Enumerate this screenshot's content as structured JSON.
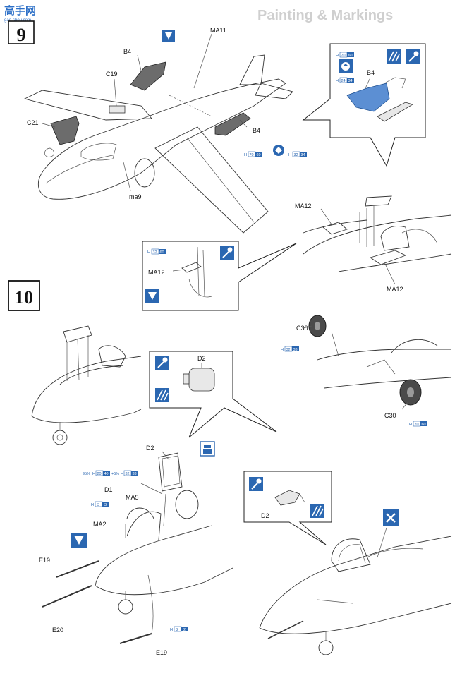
{
  "watermark": {
    "site": "高手网",
    "url": "gao-shou.com"
  },
  "background_heading": "Painting & Markings",
  "steps": {
    "step9": "9",
    "step10": "10"
  },
  "parts": {
    "ma11": "MA11",
    "b4_top": "B4",
    "c19": "C19",
    "c21": "C21",
    "b4_side": "B4",
    "ma9": "ma9",
    "b4_inset": "B4",
    "ma12_inset": "MA12",
    "ma12_a": "MA12",
    "ma12_b": "MA12",
    "c30_a": "C30",
    "c30_b": "C30",
    "d2_inset": "D2",
    "d2": "D2",
    "d1": "D1",
    "ma5": "MA5",
    "ma2": "MA2",
    "e19_a": "E19",
    "e20": "E20",
    "e19_b": "E19",
    "d2_lower": "D2"
  },
  "paint_codes": {
    "h7060_main": {
      "h": "H",
      "code": "70",
      "alt": "60"
    },
    "h3234_main": {
      "h": "H",
      "code": "32",
      "alt": "34"
    },
    "h7060_inset": {
      "h": "H",
      "code": "70",
      "alt": "60"
    },
    "h2434_inset": {
      "h": "H",
      "code": "24",
      "alt": "34"
    },
    "h3260_ma12": {
      "h": "H",
      "code": "32",
      "alt": "60"
    },
    "h3233_c30": {
      "h": "H",
      "code": "32",
      "alt": "33"
    },
    "h7060_c30": {
      "h": "H",
      "code": "70",
      "alt": "60"
    },
    "mix_line": {
      "p1": "95%",
      "h1": "H",
      "c1": "20",
      "c1b": "40",
      "plus": "+5%",
      "h2": "H",
      "c2": "32",
      "c2b": "33"
    },
    "h33_d1": {
      "h": "H",
      "code": "3",
      "alt": "3"
    },
    "h22_e19": {
      "h": "H",
      "code": "2",
      "alt": "2"
    }
  },
  "icons": [
    "glue-icon",
    "paint-brush-icon",
    "stripe-paint-icon",
    "flip-icon",
    "option-icon",
    "cement-icon",
    "clear-part-icon",
    "caution-icon"
  ]
}
